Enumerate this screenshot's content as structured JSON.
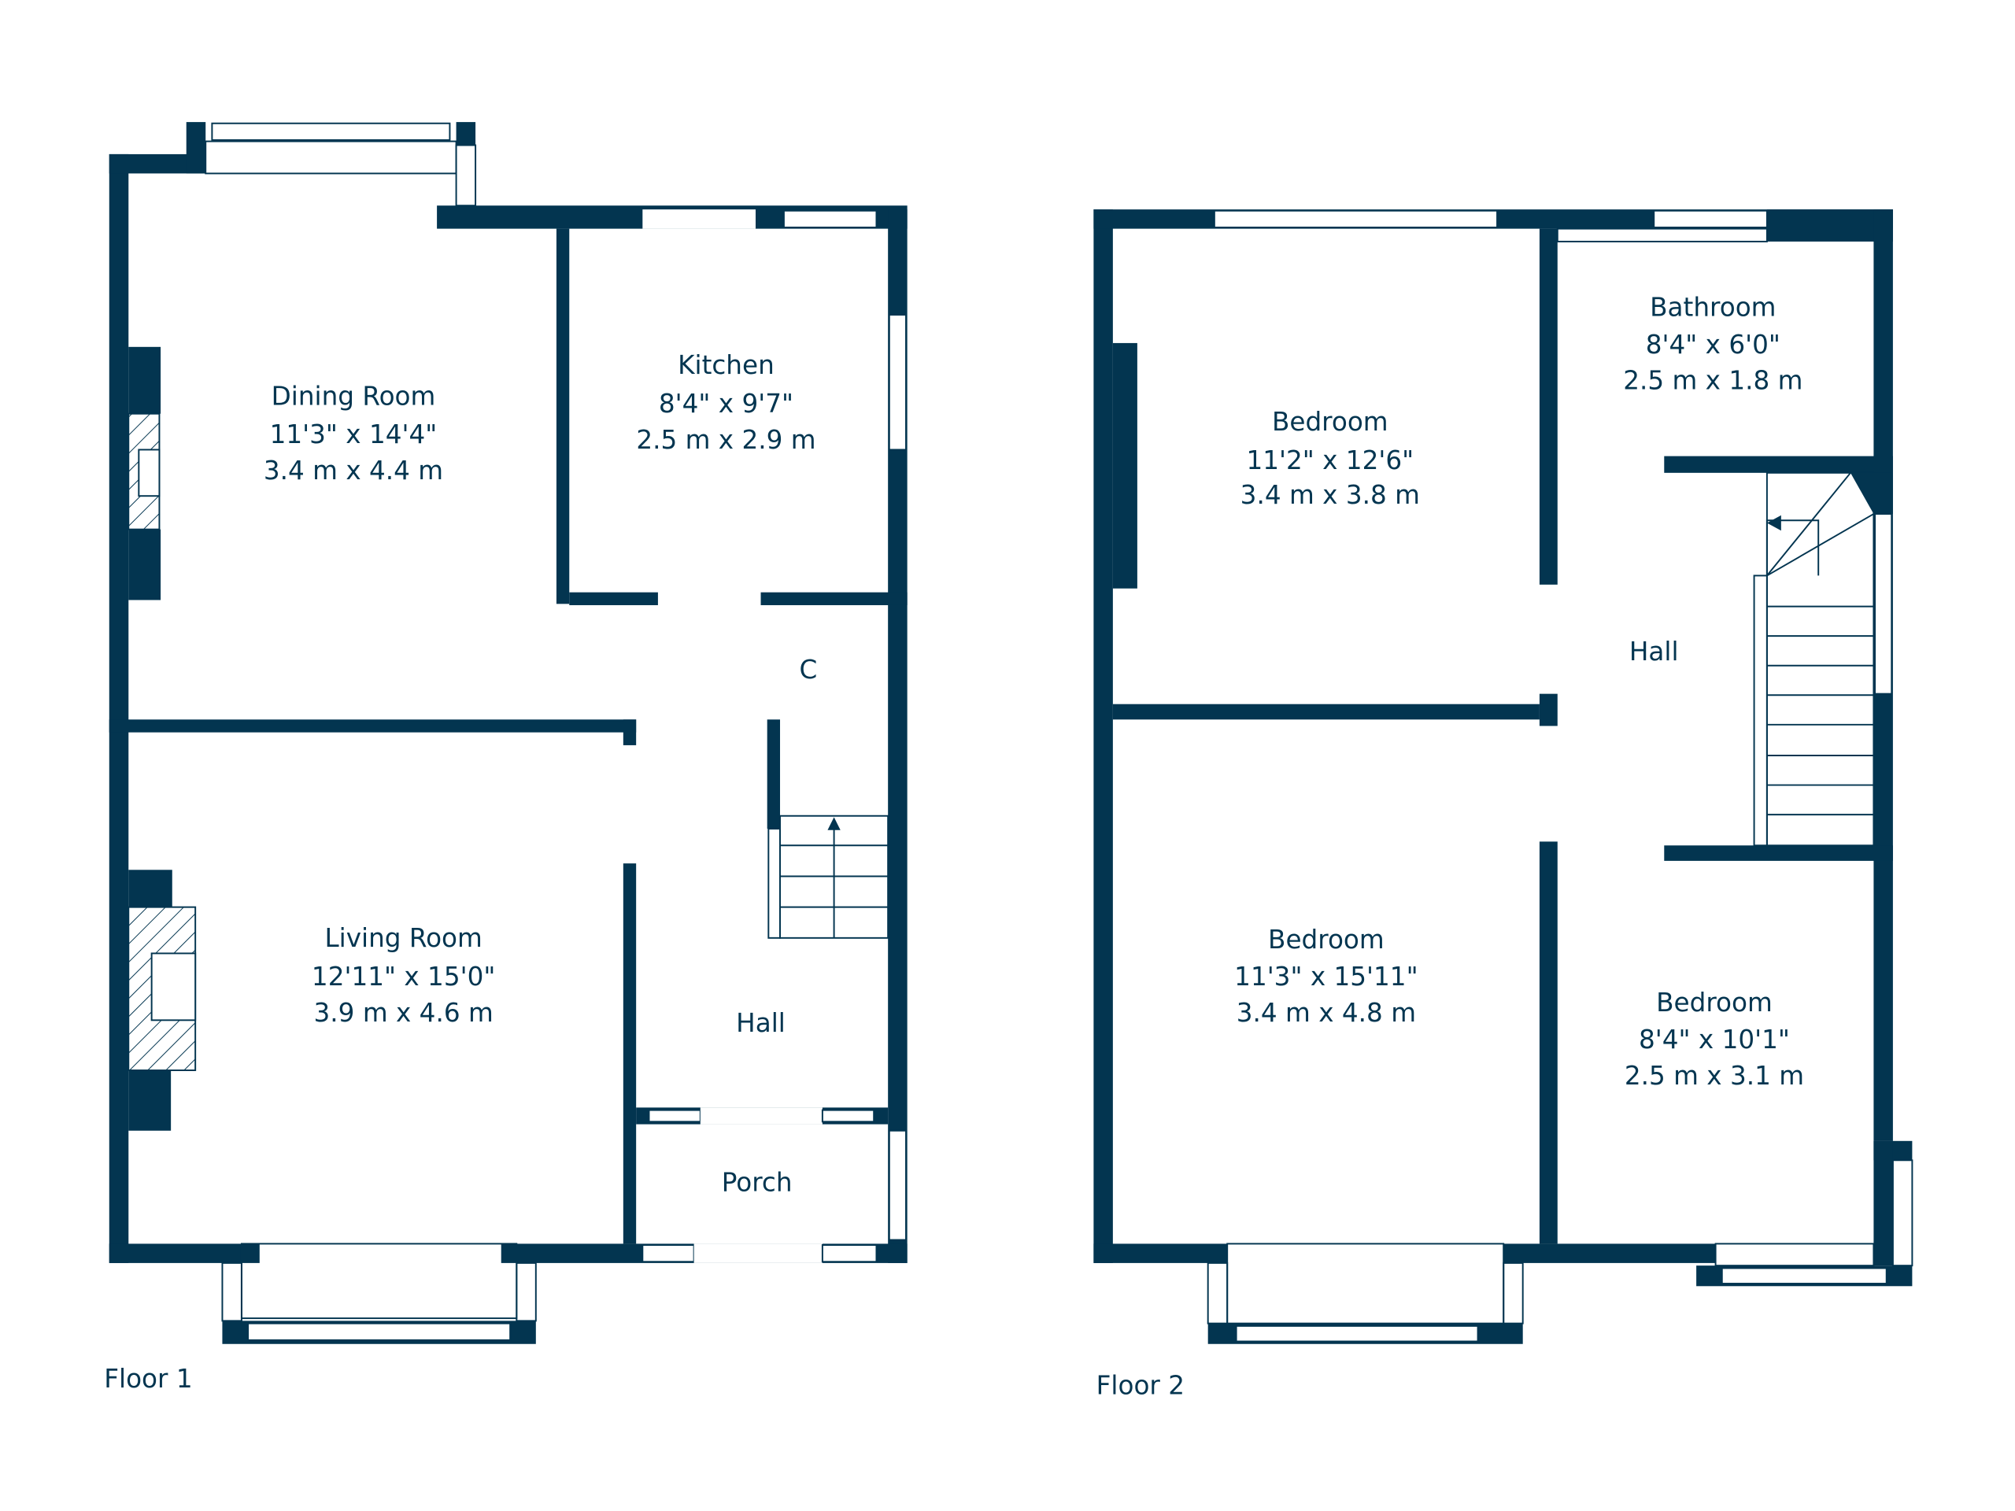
{
  "floor1": {
    "label": "Floor 1",
    "rooms": [
      {
        "name": "Dining Room",
        "imperial": "11'3\" x 14'4\"",
        "metric": "3.4 m x 4.4 m"
      },
      {
        "name": "Kitchen",
        "imperial": "8'4\" x 9'7\"",
        "metric": "2.5 m x 2.9 m"
      },
      {
        "name": "C"
      },
      {
        "name": "Living Room",
        "imperial": "12'11\" x 15'0\"",
        "metric": "3.9 m x 4.6 m"
      },
      {
        "name": "Hall"
      },
      {
        "name": "Porch"
      }
    ]
  },
  "floor2": {
    "label": "Floor 2",
    "rooms": [
      {
        "name": "Bedroom",
        "imperial": "11'2\" x 12'6\"",
        "metric": "3.4 m x 3.8 m"
      },
      {
        "name": "Bathroom",
        "imperial": "8'4\" x 6'0\"",
        "metric": "2.5 m x 1.8 m"
      },
      {
        "name": "Hall"
      },
      {
        "name": "Bedroom",
        "imperial": "11'3\" x 15'11\"",
        "metric": "3.4 m x 4.8 m"
      },
      {
        "name": "Bedroom",
        "imperial": "8'4\" x 10'1\"",
        "metric": "2.5 m x 3.1 m"
      }
    ]
  },
  "colors": {
    "wall": "#033550",
    "background": "#ffffff"
  }
}
